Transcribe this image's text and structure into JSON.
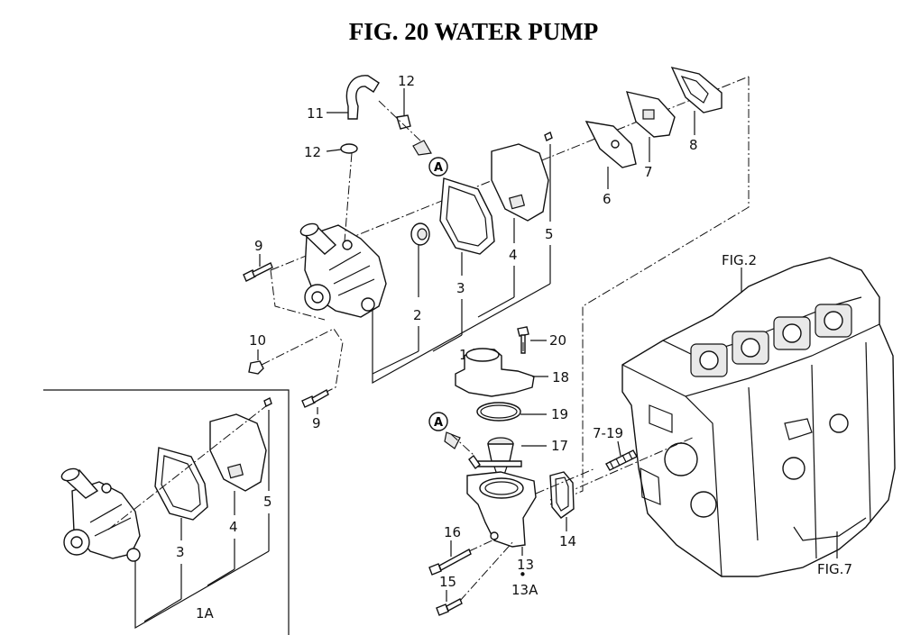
{
  "title": "FIG. 20  WATER PUMP",
  "callout_letter": "A",
  "part_labels": {
    "p1": "1",
    "p1a": "1A",
    "p2": "2",
    "p3_main": "3",
    "p3_inset": "3",
    "p4_main": "4",
    "p4_inset": "4",
    "p5_main": "5",
    "p5_inset": "5",
    "p6": "6",
    "p7": "7",
    "p8": "8",
    "p9_top": "9",
    "p9_bottom": "9",
    "p10": "10",
    "p11": "11",
    "p12_top": "12",
    "p12_left": "12",
    "p13": "13",
    "p13a": "13A",
    "p13dot": "•",
    "p14": "14",
    "p15": "15",
    "p16": "16",
    "p17": "17",
    "p18": "18",
    "p19": "19",
    "p20": "20",
    "p7_19": "7-19"
  },
  "figure_refs": {
    "fig2": "FIG.2",
    "fig7": "FIG.7"
  }
}
